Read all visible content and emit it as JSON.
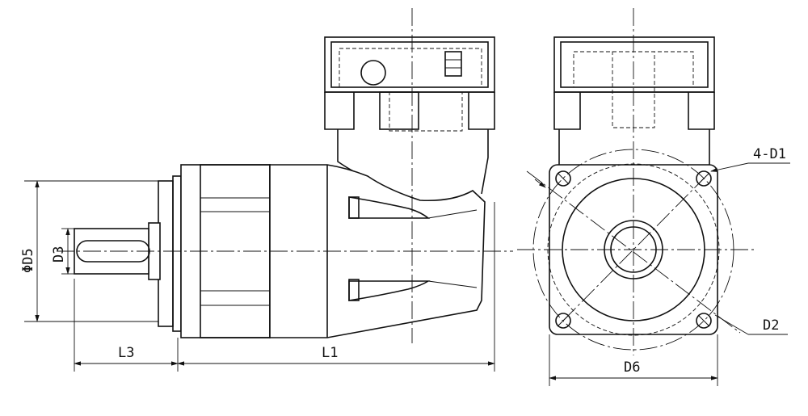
{
  "labels": {
    "L1": "L1",
    "L3": "L3",
    "D2": "D2",
    "D3": "D3",
    "D5": "ΦD5",
    "D6": "D6",
    "D1": "4-D1"
  }
}
